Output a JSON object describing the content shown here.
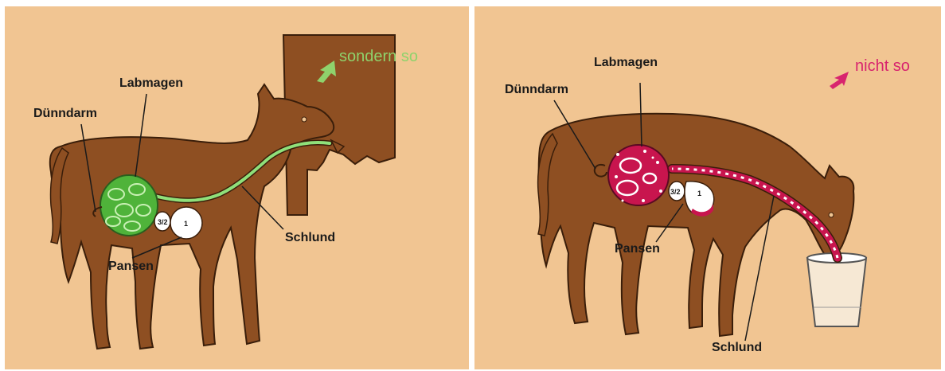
{
  "left_panel": {
    "hint": "sondern so",
    "labels": {
      "labmagen": "Labmagen",
      "duenndarm": "Dünndarm",
      "schlund": "Schlund",
      "pansen": "Pansen"
    },
    "stomach_marks": {
      "small": "3/2",
      "big": "1"
    }
  },
  "right_panel": {
    "hint": "nicht so",
    "labels": {
      "labmagen": "Labmagen",
      "duenndarm": "Dünndarm",
      "schlund": "Schlund",
      "pansen": "Pansen"
    },
    "stomach_marks": {
      "small": "3/2",
      "big": "1"
    }
  },
  "colors": {
    "background": "#f1c592",
    "calf": "#8e4f22",
    "milk_path_good": "#4fb33a",
    "milk_path_bad": "#c8154e",
    "hint_good": "#8fd26c",
    "hint_bad": "#d8246e"
  }
}
